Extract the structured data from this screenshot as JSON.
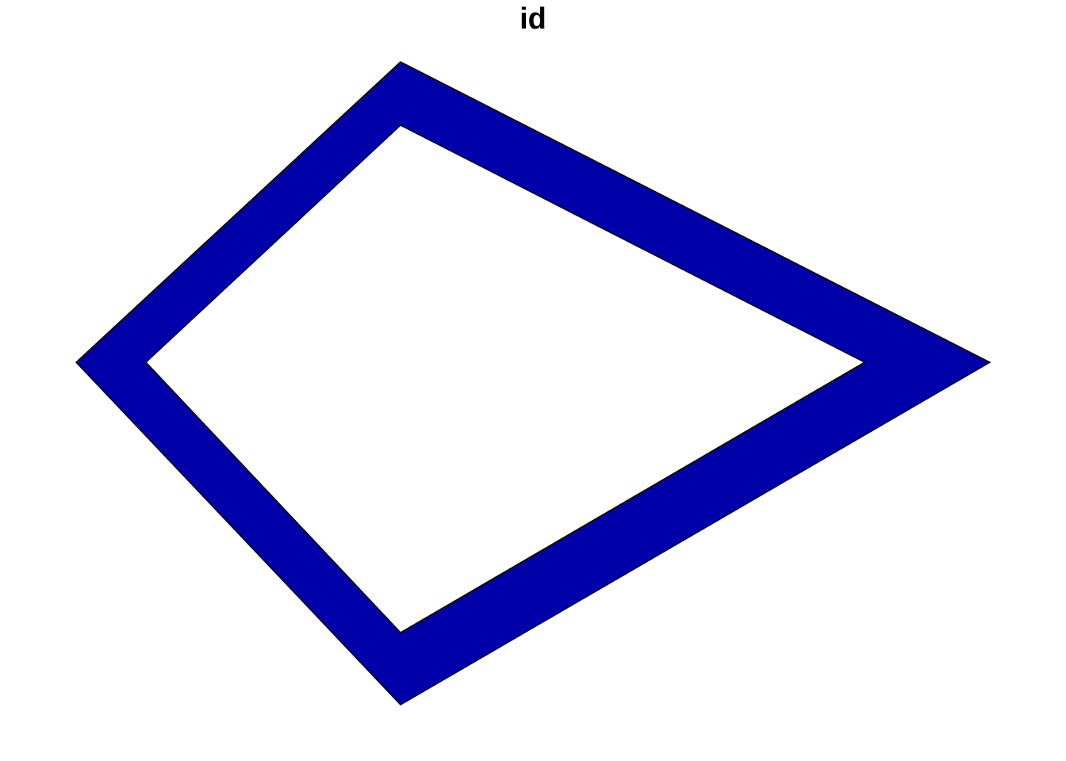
{
  "title": "id",
  "colors": {
    "fill": "#0000A8",
    "outline": "#000000",
    "background": "#FFFFFF"
  },
  "shape": {
    "kind": "polygon-with-hole",
    "vertex_count": 4
  }
}
